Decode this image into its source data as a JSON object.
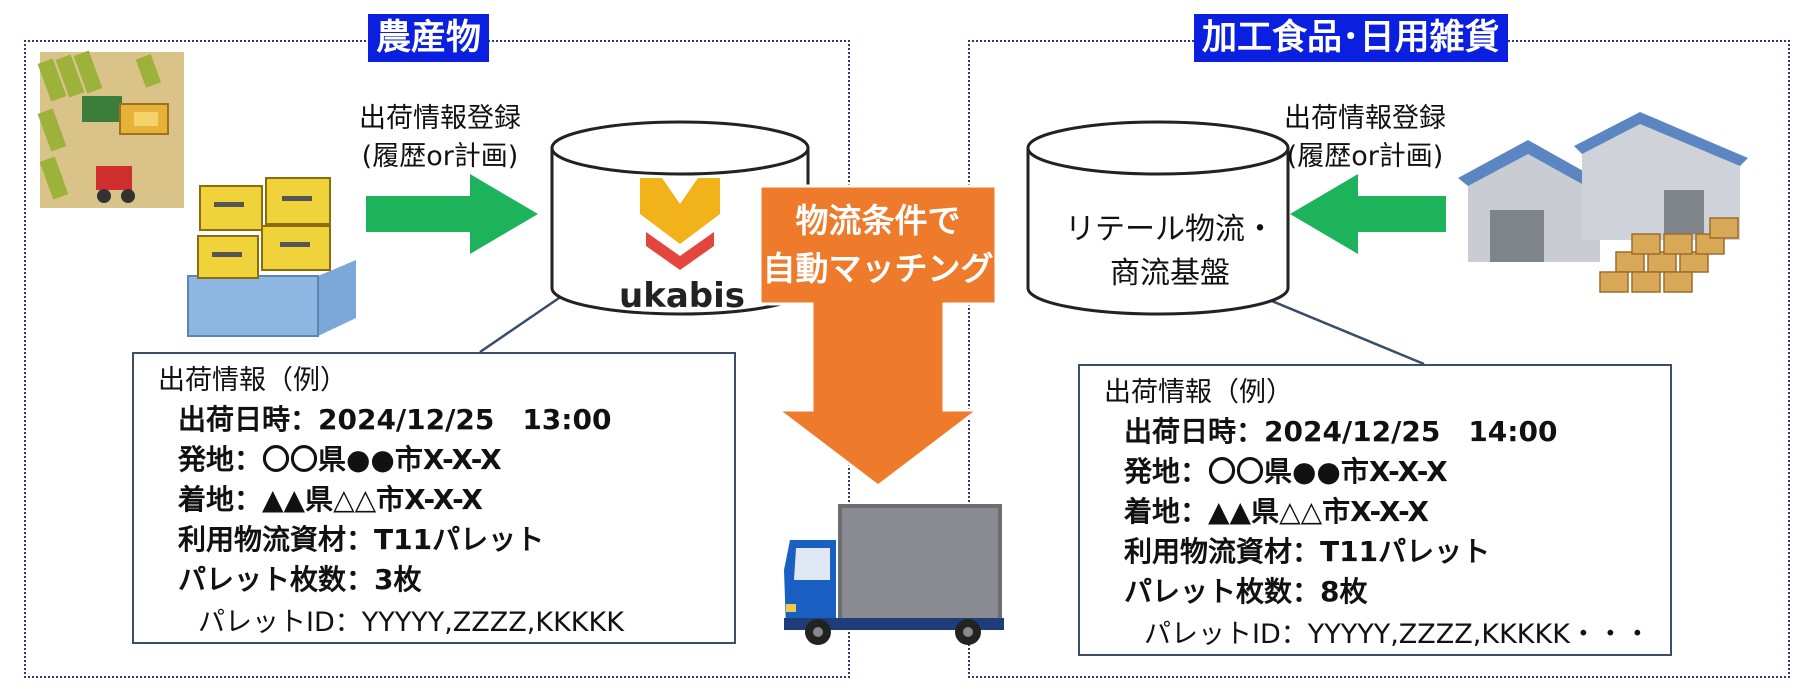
{
  "panels": {
    "left": {
      "title": "農産物",
      "register_label_line1": "出荷情報登録",
      "register_label_line2": "(履歴or計画)",
      "database_label": "ukabis",
      "info": {
        "header": "出荷情報（例）",
        "shipping_datetime": "出荷日時：2024/12/25　13:00",
        "origin": "発地：〇〇県●●市X-X-X",
        "destination": "着地：▲▲県△△市X-X-X",
        "material": "利用物流資材：T11パレット",
        "pallet_count": "パレット枚数：3枚",
        "pallet_ids": "パレットID：YYYYY,ZZZZ,KKKKK"
      }
    },
    "right": {
      "title": "加工食品･日用雑貨",
      "register_label_line1": "出荷情報登録",
      "register_label_line2": "(履歴or計画)",
      "database_label_line1": "リテール物流・",
      "database_label_line2": "商流基盤",
      "info": {
        "header": "出荷情報（例）",
        "shipping_datetime": "出荷日時：2024/12/25　14:00",
        "origin": "発地：〇〇県●●市X-X-X",
        "destination": "着地：▲▲県△△市X-X-X",
        "material": "利用物流資材：T11パレット",
        "pallet_count": "パレット枚数：8枚",
        "pallet_ids": "パレットID：YYYYY,ZZZZ,KKKKK・・・"
      }
    }
  },
  "matching": {
    "line1": "物流条件で",
    "line2": "自動マッチング"
  },
  "colors": {
    "title_bg": "#0a1fe0",
    "green_arrow": "#1db35a",
    "orange_arrow": "#ee7b2c",
    "ukabis_yellow": "#f2b21a",
    "ukabis_red": "#e2463c"
  },
  "icons": {
    "farm": "farm-harvester-icon",
    "pallet": "pallet-boxes-icon",
    "warehouse": "warehouse-icon",
    "truck": "truck-icon"
  }
}
